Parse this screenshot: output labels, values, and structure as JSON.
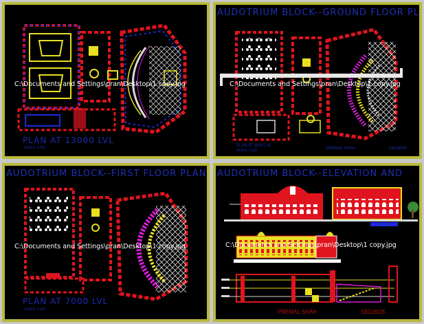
{
  "panels": [
    {
      "id": "p1",
      "title": "",
      "plan_label": "PLAN AT 13000 LVL",
      "scale_label": "SCALE 1:100",
      "image_caption": "C:\\Documents and Settings\\pran\\Desktop\\1 copy.jpg"
    },
    {
      "id": "p2",
      "title": "AUDOTRIUM BLOCK--GROUND FLOOR PL",
      "plan_label": "PLAN AT 3000 LVL",
      "scale_label": "SCALE 1:100",
      "sheet_label": "PREMAL SHAH",
      "sheet_no": "03116025",
      "image_caption": "C:\\Documents and Settings\\pran\\Desktop\\1 copy.jpg"
    },
    {
      "id": "p3",
      "title": "AUDOTRIUM BLOCK--FIRST FLOOR PLAN",
      "plan_label": "PLAN AT 7000 LVL",
      "scale_label": "SCALE 1:100",
      "image_caption": "C:\\Documents and Settings\\pran\\Desktop\\1 copy.jpg"
    },
    {
      "id": "p4",
      "title": "AUDOTRIUM BLOCK--ELEVATION AND",
      "sheet_label": "PREMAL SHAH",
      "sheet_no": "03116025",
      "image_caption": "C:\\Documents and Settings\\pran\\Desktop\\1 copy.jpg"
    }
  ],
  "colors": {
    "frame": "#b9b93c",
    "background": "#000000",
    "title_text": "#1f2fb5",
    "wall_red": "#e0141e",
    "wall_blue": "#1e2ad8",
    "accent_yellow": "#e8e020",
    "accent_magenta": "#d81cd8",
    "hatch_white": "#d8d8d8"
  }
}
